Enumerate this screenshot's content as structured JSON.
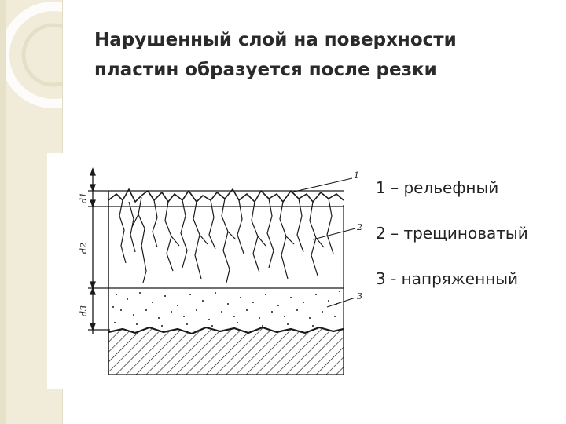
{
  "title": {
    "line1": "Нарушенный слой на поверхности",
    "line2": "пластин  образуется после резки"
  },
  "diagram": {
    "dimension_labels": [
      "d1",
      "d2",
      "d3"
    ],
    "callout_numbers": [
      "1",
      "2",
      "3"
    ]
  },
  "legend": [
    {
      "label": "1 – рельефный"
    },
    {
      "label": "2 – трещиноватый"
    },
    {
      "label": "3 - напряженный"
    }
  ],
  "colors": {
    "background": "#ffffff",
    "strip": "#f1ecd9",
    "ink": "#1a1a1a"
  }
}
